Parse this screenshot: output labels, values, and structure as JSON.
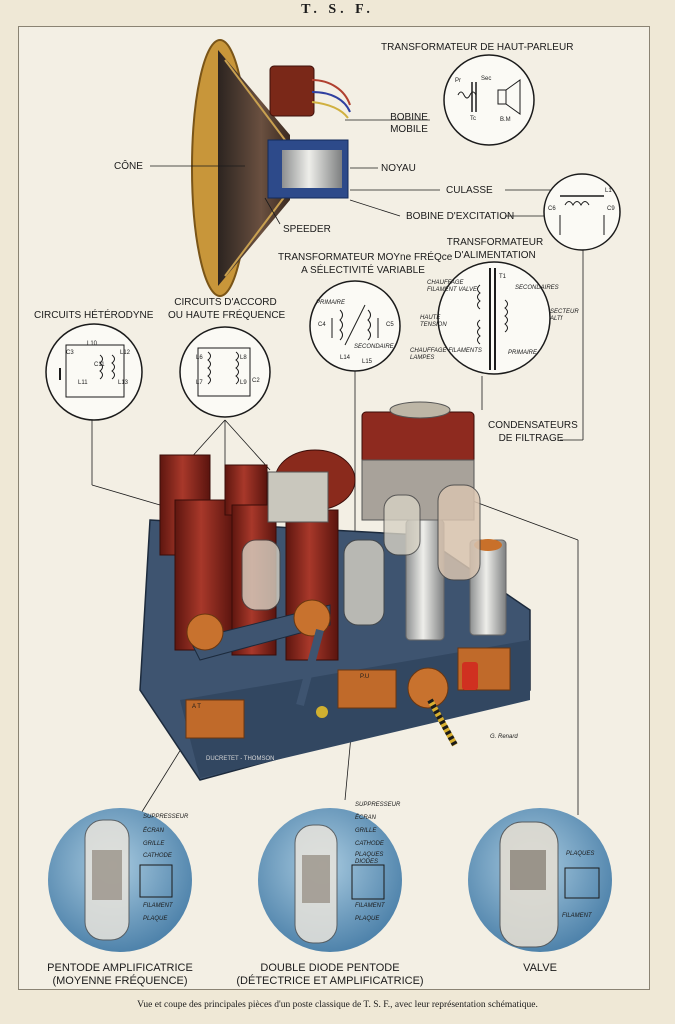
{
  "title": "T. S. F.",
  "caption": "Vue et coupe des principales pièces d'un poste classique de T. S. F., avec leur représentation schématique.",
  "labels": {
    "transfo_hp": "TRANSFORMATEUR DE HAUT-PARLEUR",
    "bobine_mobile_1": "BOBINE",
    "bobine_mobile_2": "MOBILE",
    "cone": "CÔNE",
    "noyau": "NOYAU",
    "culasse": "CULASSE",
    "speeder": "SPEEDER",
    "bobine_excitation": "BOBINE D'EXCITATION",
    "transfo_mf_1": "TRANSFORMATEUR MOYne FRÉQce",
    "transfo_mf_2": "A SÉLECTIVITÉ VARIABLE",
    "transfo_alim_1": "TRANSFORMATEUR",
    "transfo_alim_2": "D'ALIMENTATION",
    "circuits_heterodyne": "CIRCUITS HÉTÉRODYNE",
    "circuits_accord_1": "CIRCUITS D'ACCORD",
    "circuits_accord_2": "OU HAUTE FRÉQUENCE",
    "condensateurs_1": "CONDENSATEURS",
    "condensateurs_2": "DE FILTRAGE",
    "pentode_1": "PENTODE AMPLIFICATRICE",
    "pentode_2": "(MOYENNE FRÉQUENCE)",
    "diode_1": "DOUBLE DIODE PENTODE",
    "diode_2": "(DÉTECTRICE ET AMPLIFICATRICE)",
    "valve": "VALVE"
  },
  "schematic_labels": {
    "hp_pr": "Pr",
    "hp_sec": "Sec",
    "hp_tc": "Tc",
    "hp_bm": "B.M",
    "exc_c6": "C6",
    "exc_c9": "C9",
    "exc_l1": "L1",
    "mf_primaire": "PRIMAIRE",
    "mf_secondaire": "SECONDAIRE",
    "mf_c4": "C4",
    "mf_c5": "C5",
    "mf_l14": "L14",
    "mf_l15": "L15",
    "alim_chauffage_valve": "CHAUFFAGE FILAMENT VALVE",
    "alim_haute_tension": "HAUTE TENSION",
    "alim_chauffage_lampes": "CHAUFFAGE FILAMENTS LAMPES",
    "alim_secondaires": "SECONDAIRES",
    "alim_secteur": "SECTEUR ALTf",
    "alim_primaire": "PRIMAIRE",
    "alim_t1": "T1",
    "het_c3": "C3",
    "het_l10": "L10",
    "het_l12": "L12",
    "het_c11": "C11",
    "het_l11": "L11",
    "het_l13": "L13",
    "acc_l6": "L6",
    "acc_l8": "L8",
    "acc_l7": "L7",
    "acc_l9": "L9",
    "acc_c2": "C2"
  },
  "tube_labels": {
    "pentode": [
      "SUPPRESSEUR",
      "ÉCRAN",
      "GRILLE",
      "CATHODE",
      "FILAMENT",
      "PLAQUE"
    ],
    "diode": [
      "SUPPRESSEUR",
      "ÉCRAN",
      "GRILLE",
      "CATHODE",
      "PLAQUES DIODES",
      "FILAMENT",
      "PLAQUE"
    ],
    "valve": [
      "PLAQUES",
      "FILAMENT"
    ]
  },
  "chassis_labels": {
    "brand": "DUCRETET - THOMSON",
    "signature": "G. Renard",
    "panel_at": "A  T",
    "panel_pu": "P.U"
  },
  "colors": {
    "chassis_blue": "#3e5470",
    "coil_red": "#8e2a1f",
    "cone_gold": "#c89a3a",
    "tube_bubble": "#5f93b8"
  }
}
